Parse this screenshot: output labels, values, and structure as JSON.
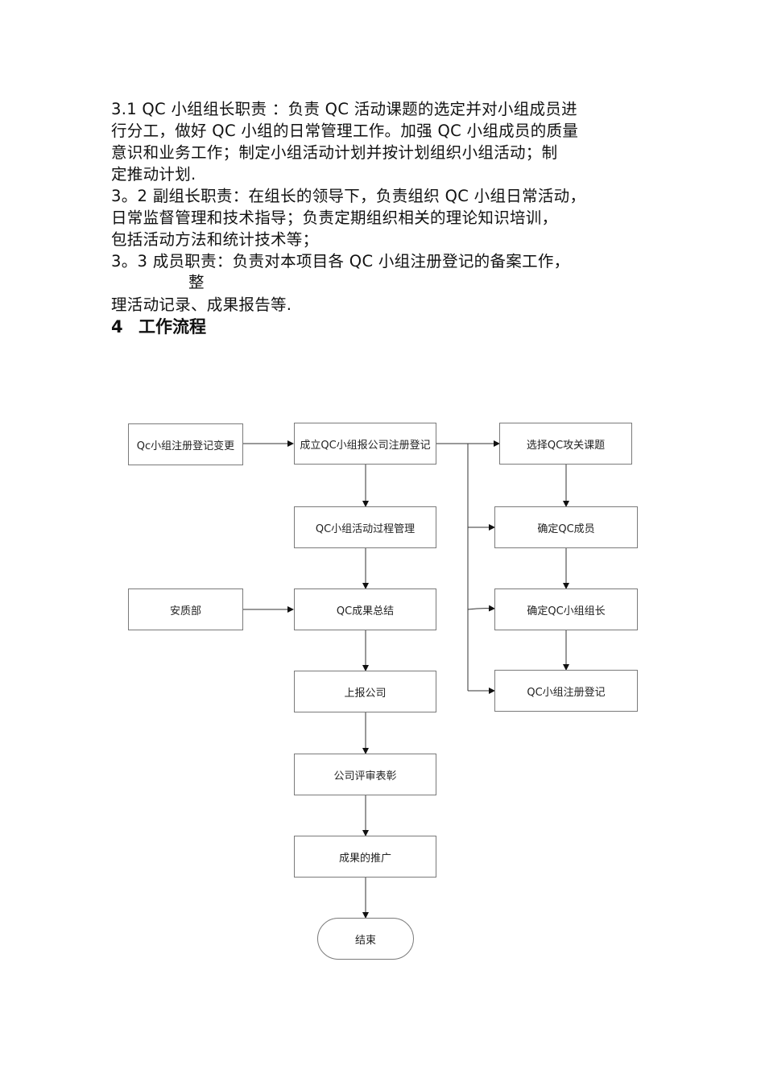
{
  "text": {
    "p1_l1": "3.1 QC 小组组长职责 ：负责 QC 活动课题的选定并对小组成员进",
    "p1_l2": "行分工，做好 QC 小组的日常管理工作。加强 QC 小组成员的质量",
    "p1_l3": "意识和业务工作；制定小组活动计划并按计划组织小组活动；制",
    "p1_l4": "定推动计划.",
    "p2_l1": "3。2 副组长职责：在组长的领导下，负责组织 QC 小组日常活动，",
    "p2_l2": "日常监督管理和技术指导；负责定期组织相关的理论知识培训，",
    "p2_l3": "包括活动方法和统计技术等；",
    "p3_l1": "3。3 成员职责：负责对本项目各 QC 小组注册登记的备案工作，",
    "p3_l2": "整",
    "p3_l3": "理活动记录、成果报告等.",
    "heading_num": "4",
    "heading_text": "工作流程"
  },
  "flowchart": {
    "change": "Qc小组注册登记变更",
    "establish": "成立QC小组报公司注册登记",
    "select_topic": "选择QC攻关课题",
    "process_mgmt": "QC小组活动过程管理",
    "confirm_members": "确定QC成员",
    "safety_dept": "安质部",
    "summary": "QC成果总结",
    "confirm_leader": "确定QC小组组长",
    "report": "上报公司",
    "register": "QC小组注册登记",
    "award": "公司评审表彰",
    "promote": "成果的推广",
    "end": "结束"
  }
}
